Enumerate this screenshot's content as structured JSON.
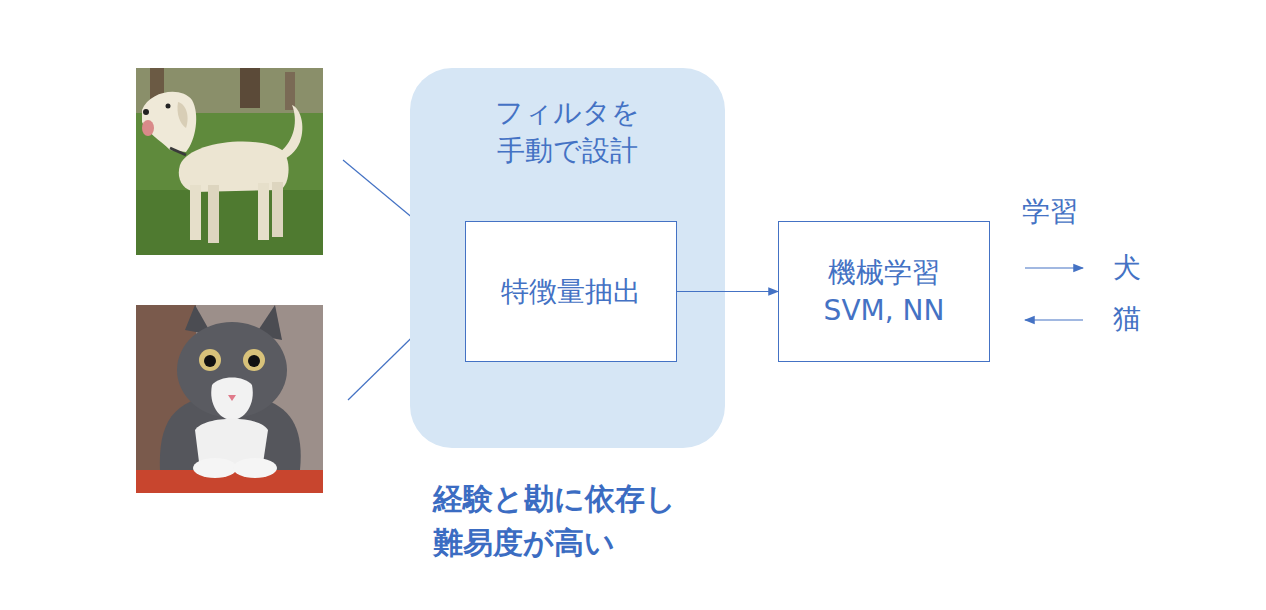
{
  "diagram": {
    "nodes": [
      {
        "text": [
          "フィルタを 手動で設計"
        ]
      },
      {
        "text": [
          "特徴量抽出"
        ],
        "in": 0
      },
      {
        "text": [
          "機械学習 SVM, NN"
        ]
      }
    ],
    "edges": [
      {
        "from": 1,
        "to": 2,
        "arrow": "to"
      }
    ],
    "labels": [
      "学習",
      "犬",
      "猫",
      "経験と勘に依存し 難易度が高い"
    ]
  }
}
